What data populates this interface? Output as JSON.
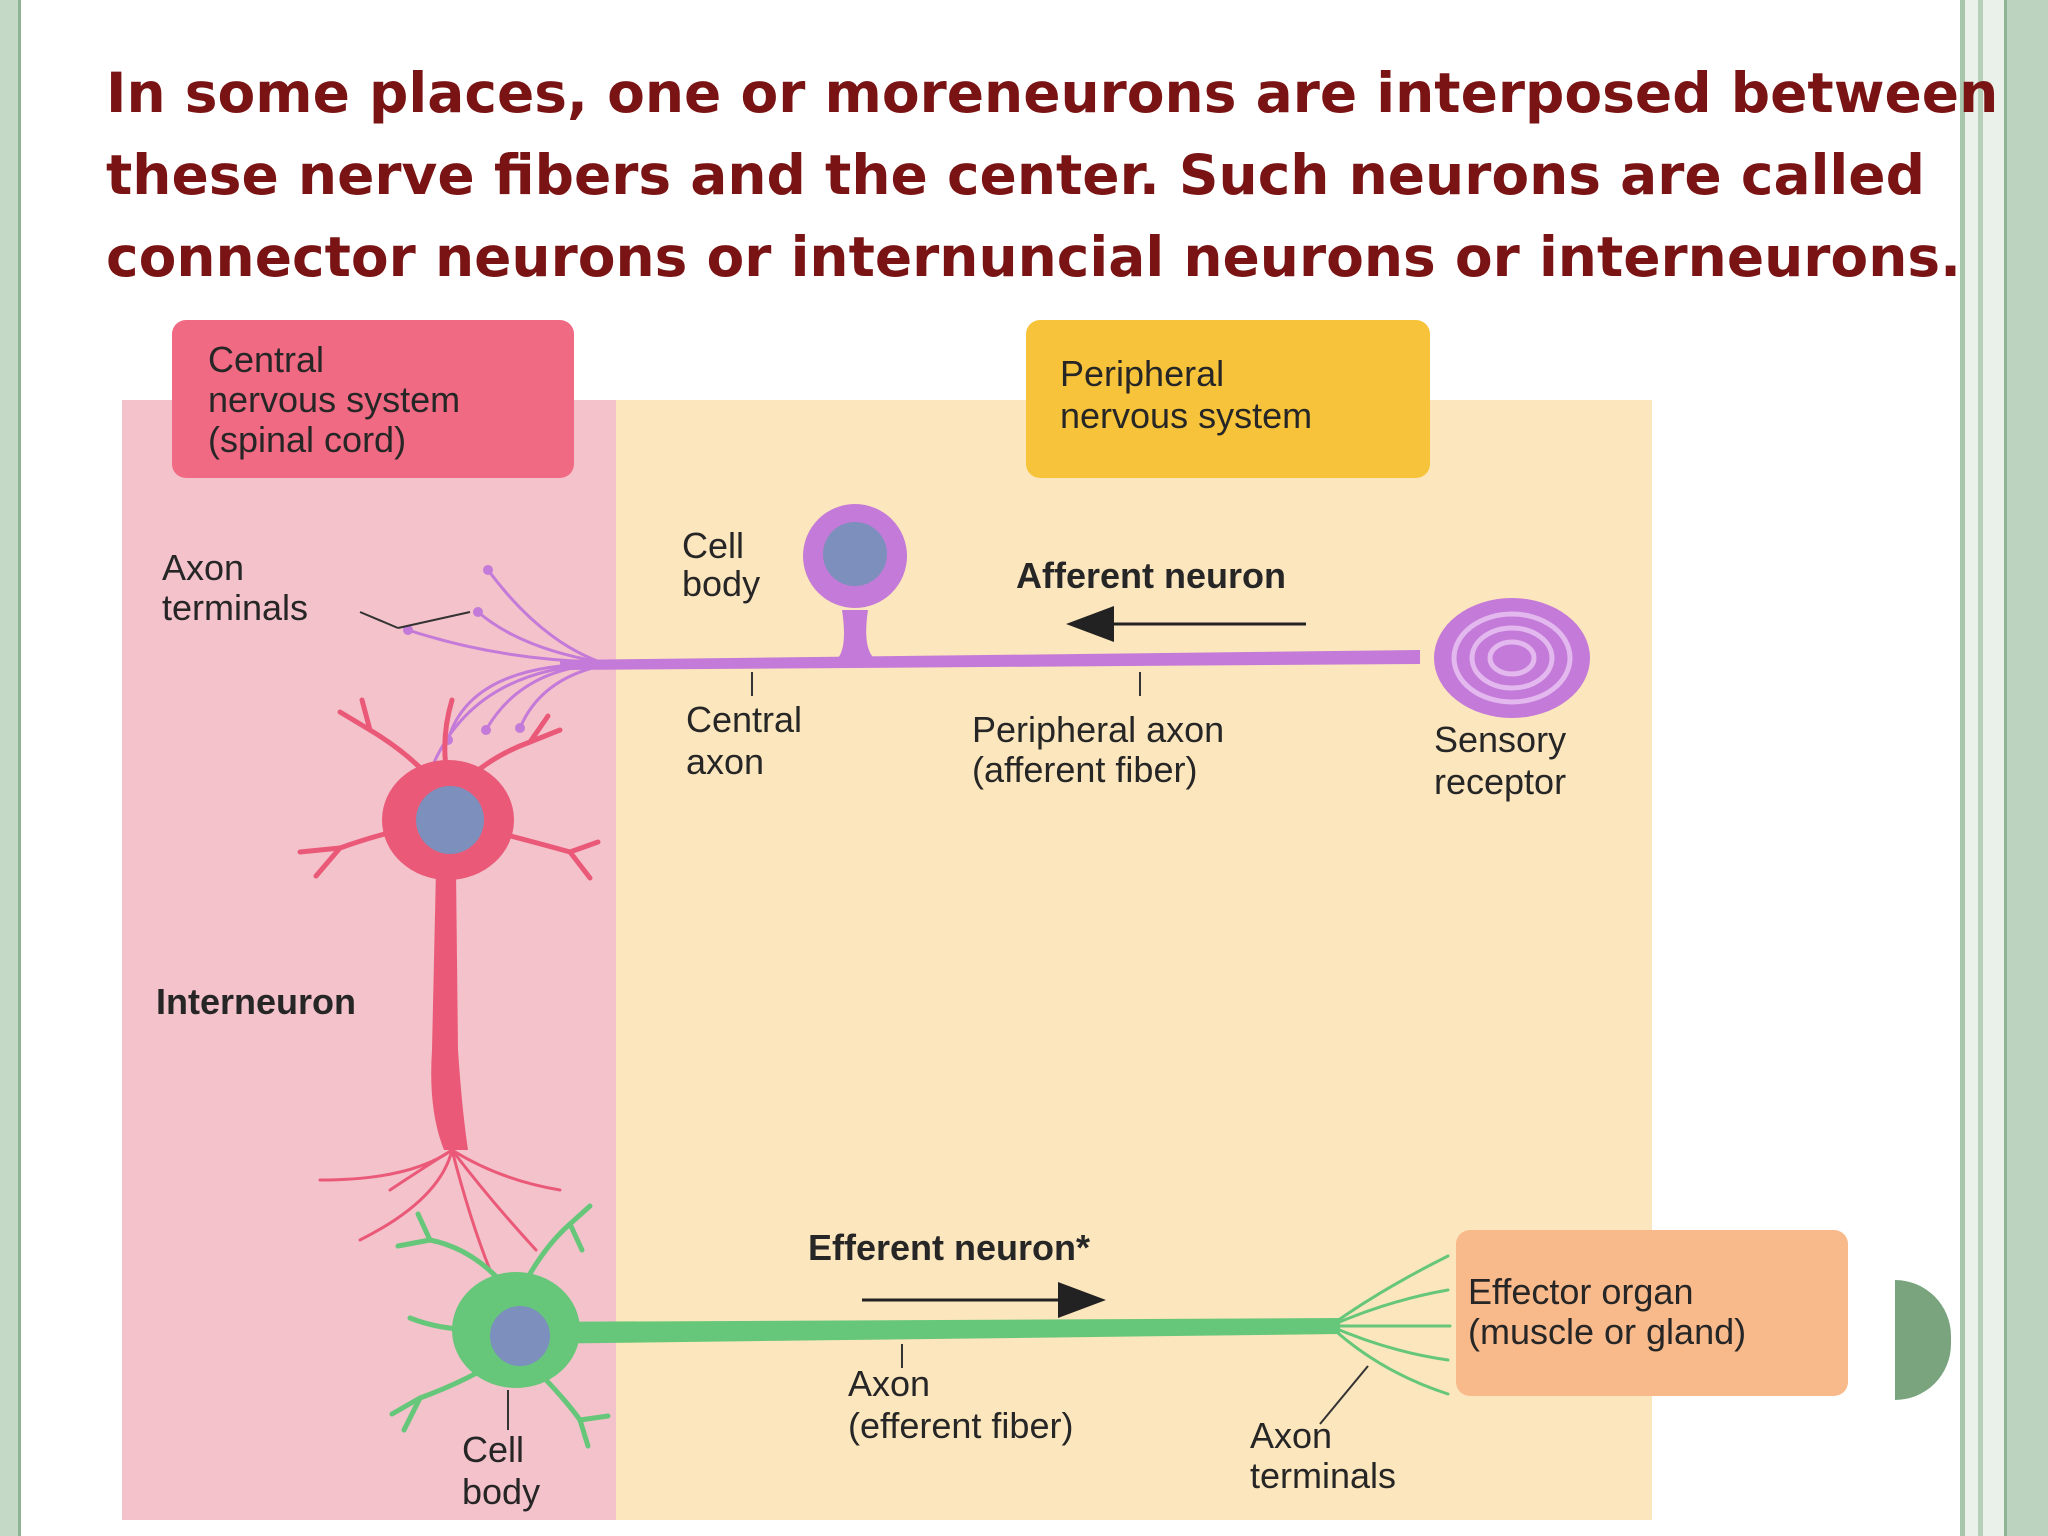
{
  "slide": {
    "title_lines": [
      "In some places, one or moreneurons are interposed between",
      "these nerve fibers and the center. Such neurons are called",
      "connector neurons or internuncial neurons or interneurons."
    ]
  },
  "diagram": {
    "cns_label": [
      "Central",
      "nervous system",
      "(spinal cord)"
    ],
    "pns_label": [
      "Peripheral",
      "nervous system"
    ],
    "afferent_title": "Afferent neuron",
    "efferent_title": "Efferent neuron*",
    "labels": {
      "axon_terminals_top": [
        "Axon",
        "terminals"
      ],
      "cell_body_top": [
        "Cell",
        "body"
      ],
      "central_axon": [
        "Central",
        "axon"
      ],
      "peripheral_axon": [
        "Peripheral axon",
        "(afferent fiber)"
      ],
      "sensory_receptor": [
        "Sensory",
        "receptor"
      ],
      "interneuron": "Interneuron",
      "effector_organ": [
        "Effector organ",
        "(muscle or gland)"
      ],
      "efferent_axon": [
        "Axon",
        "(efferent fiber)"
      ],
      "axon_terminals_bottom": [
        "Axon",
        "terminals"
      ],
      "cell_body_bottom": [
        "Cell",
        "body"
      ]
    },
    "colors": {
      "title": "#7a1414",
      "cns_region": "#f3c2cb",
      "pns_region": "#fce6bd",
      "cns_box": "#ef6a82",
      "pns_box": "#f7c33a",
      "effector_box": "#f8b98b",
      "afferent_neuron": "#c47ad8",
      "interneuron": "#ea5a78",
      "efferent_neuron": "#66c77a",
      "nucleus": "#7d8fbc"
    }
  }
}
